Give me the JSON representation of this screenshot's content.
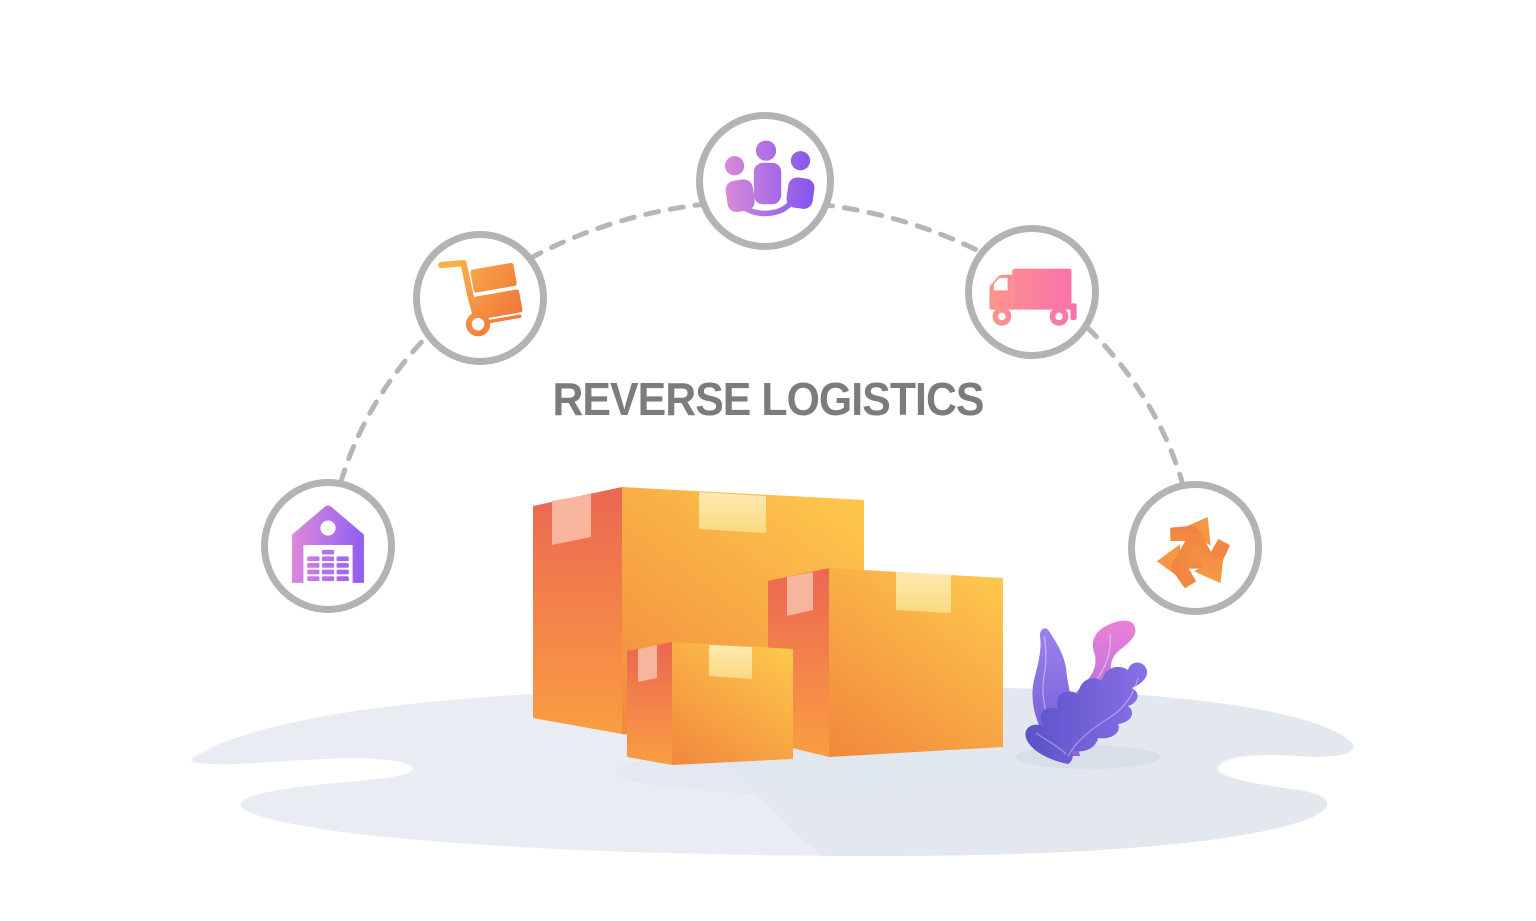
{
  "title": "REVERSE LOGISTICS",
  "illustration": {
    "description": "Reverse logistics process diagram: five circular icon nodes connected by a dashed arc above cardboard boxes and a decorative plant on a soft ground blob",
    "nodes": [
      {
        "id": "warehouse",
        "icon": "warehouse-icon",
        "position": "bottom-left"
      },
      {
        "id": "hand-truck",
        "icon": "hand-truck-icon",
        "position": "upper-left"
      },
      {
        "id": "customers",
        "icon": "people-group-icon",
        "position": "top-center"
      },
      {
        "id": "delivery-truck",
        "icon": "delivery-truck-icon",
        "position": "upper-right"
      },
      {
        "id": "recycling",
        "icon": "recycle-arrows-icon",
        "position": "bottom-right"
      }
    ],
    "objects": [
      "cardboard-box-large",
      "cardboard-box-medium",
      "cardboard-box-small",
      "plant",
      "ground-blob"
    ]
  },
  "palette": {
    "background": "#ffffff",
    "title_text": "#7c7c7e",
    "circle_stroke": "#b3b3b6",
    "dash_stroke": "#b6b6b8",
    "purple_gradient_start": "#d98ad8",
    "purple_gradient_end": "#8456ee",
    "orange_gradient_start": "#fbb148",
    "orange_gradient_end": "#ee6e3a",
    "pink_gradient_start": "#fb958b",
    "pink_gradient_end": "#fa70ad",
    "box_side_top": "#ec6752",
    "box_side_bottom": "#f99e41",
    "box_front_light": "#fdc54c",
    "box_front_dark": "#f28a3d",
    "tape_front": "#fbdf92",
    "tape_side": "#f6b59c",
    "plant_pink": "#ec82d8",
    "plant_light_purple": "#9b82ea",
    "plant_dark_purple": "#5a52c8",
    "ground": "#e9edf3",
    "ground_dark": "#e3e8ef"
  }
}
